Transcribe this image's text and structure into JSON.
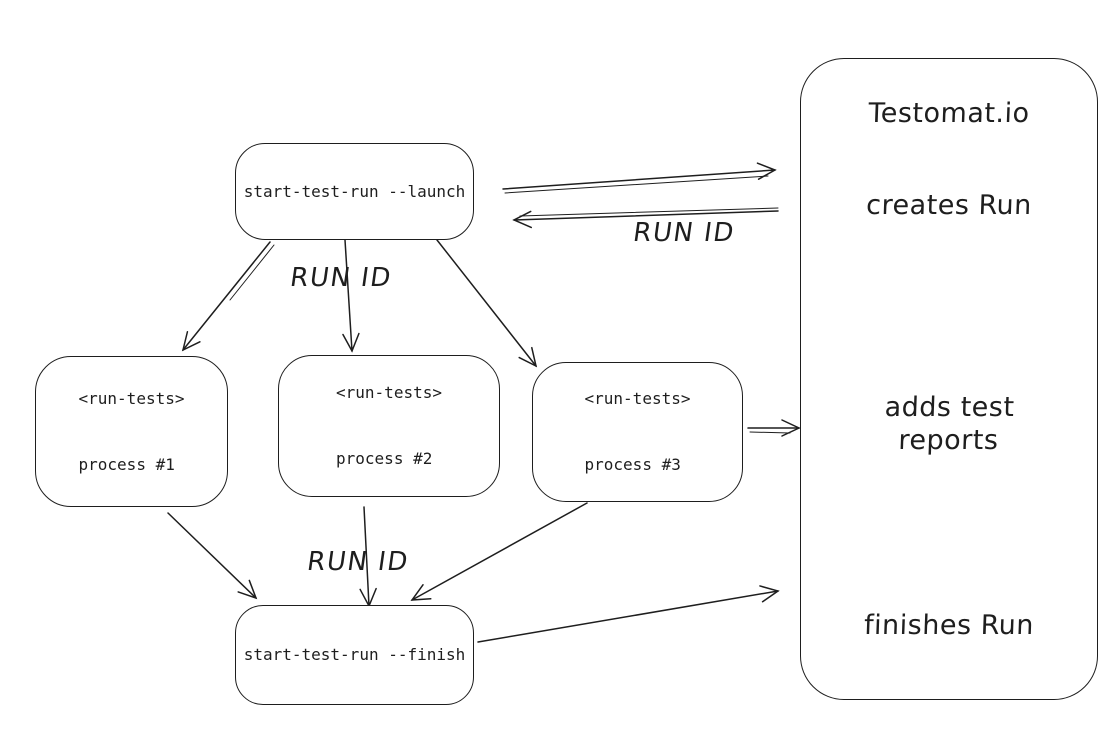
{
  "canvas": {
    "background": "#ffffff",
    "stroke_color": "#1e1e1e"
  },
  "nodes": {
    "launch": {
      "label": "start-test-run --launch"
    },
    "process1": {
      "lines": [
        "<run-tests>",
        "process #1"
      ]
    },
    "process2": {
      "lines": [
        "<run-tests>",
        "process #2"
      ]
    },
    "process3": {
      "lines": [
        "<run-tests>",
        "process #3"
      ]
    },
    "finish": {
      "label": "start-test-run --finish"
    },
    "testomat": {
      "title": "Testomat.io",
      "creates_label": "creates Run",
      "adds_label_lines": [
        "adds test",
        "reports"
      ],
      "finishes_label": "finishes Run"
    }
  },
  "edge_labels": {
    "launch_fanout_run_id": "RUN ID",
    "return_run_id": "RUN ID",
    "finish_fanin_run_id": "RUN ID"
  }
}
